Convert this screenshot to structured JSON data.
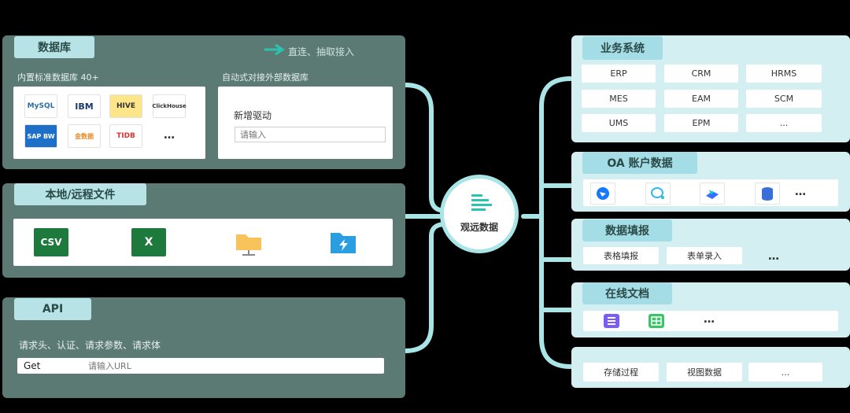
{
  "database": {
    "title": "数据库",
    "direct_label": "直连、抽取接入",
    "builtin_label": "内置标准数据库 40+",
    "external_label": "自动式对接外部数据库",
    "new_driver_label": "新增驱动",
    "new_driver_placeholder": "请输入",
    "logos": [
      "MySQL",
      "IBM",
      "HIVE",
      "ClickHouse",
      "SAP BW",
      "金数据",
      "TIDB"
    ],
    "more": "…"
  },
  "files": {
    "title": "本地/远程文件",
    "csv_label": "CSV"
  },
  "api": {
    "title": "API",
    "params_label": "请求头、认证、请求参数、请求体",
    "method": "Get",
    "url_placeholder": "请输入URL"
  },
  "hub": {
    "label": "观远数据"
  },
  "business": {
    "title": "业务系统",
    "items": [
      "ERP",
      "CRM",
      "HRMS",
      "MES",
      "EAM",
      "SCM",
      "UMS",
      "EPM",
      "..."
    ]
  },
  "oa": {
    "title": "OA 账户数据",
    "more": "…"
  },
  "fill": {
    "title": "数据填报",
    "items": [
      "表格填报",
      "表单录入"
    ],
    "more": "…"
  },
  "docs": {
    "title": "在线文档",
    "more": "…"
  },
  "storage": {
    "items": [
      "存储过程",
      "视图数据",
      "..."
    ]
  },
  "colors": {
    "accent": "#2bc4b0",
    "connector": "#a9e4e6",
    "left_panel": "#5c7a74",
    "right_panel": "#d4eff2"
  }
}
